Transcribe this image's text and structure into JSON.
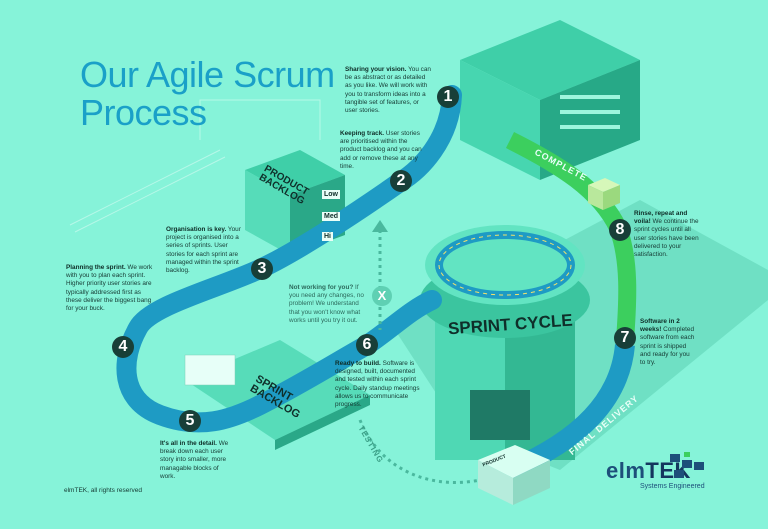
{
  "title_line1": "Our Agile Scrum",
  "title_line2": "Process",
  "colors": {
    "background": "#86f3d9",
    "road_blue": "#1e9bc4",
    "road_green": "#3ccf5e",
    "badge": "#183f38",
    "title": "#1aa0c8",
    "brand": "#1d4f7a"
  },
  "steps": [
    {
      "num": "1",
      "title": "Sharing your vision.",
      "body": " You can be as abstract or as detailed as you like. We will work with you to transform ideas into a tangible set of features, or user stories."
    },
    {
      "num": "2",
      "title": "Keeping track.",
      "body": " User stories are prioritised within the product backlog and you can add or remove these at any time."
    },
    {
      "num": "3",
      "title": "Organisation is key.",
      "body": " Your project is organised into a series of sprints. User stories for each sprint are managed within the sprint backlog."
    },
    {
      "num": "4",
      "title": "Planning the sprint.",
      "body": " We work with you to plan each sprint. Higher priority user stories are typically addressed first as these deliver the biggest bang for your buck."
    },
    {
      "num": "5",
      "title": "It's all in the detail.",
      "body": " We break down each user story into smaller, more managable blocks of work."
    },
    {
      "num": "6",
      "title": "Ready to build.",
      "body": " Software is designed, built, documented and tested within each sprint cycle. Daily standup meetings allows us to communicate progress."
    },
    {
      "num": "7",
      "title": "Software in 2 weeks!",
      "body": " Completed software from each sprint is shipped and ready for you to try."
    },
    {
      "num": "8",
      "title": "Rinse, repeat and voila!",
      "body": " We continue the sprint cycles until all user stories have been delivered to your satisfaction."
    }
  ],
  "not_working": {
    "badge": "X",
    "title": "Not working for you?",
    "body": " If you need any changes, no problem! We understand that you won't know what works until you try it out."
  },
  "labels": {
    "product_backlog": "PRODUCT BACKLOG",
    "sprint_backlog": "SPRINT BACKLOG",
    "sprint_cycle": "SPRINT CYCLE",
    "low": "Low",
    "med": "Med",
    "hi": "Hi",
    "complete": "COMPLETE",
    "final_delivery": "FINAL DELIVERY",
    "testing": "TESTING",
    "product": "PRODUCT"
  },
  "footer": "elmTEK, all rights reserved",
  "logo": {
    "name_a": "elm",
    "name_b": "TEK",
    "tagline": "Systems Engineered"
  }
}
